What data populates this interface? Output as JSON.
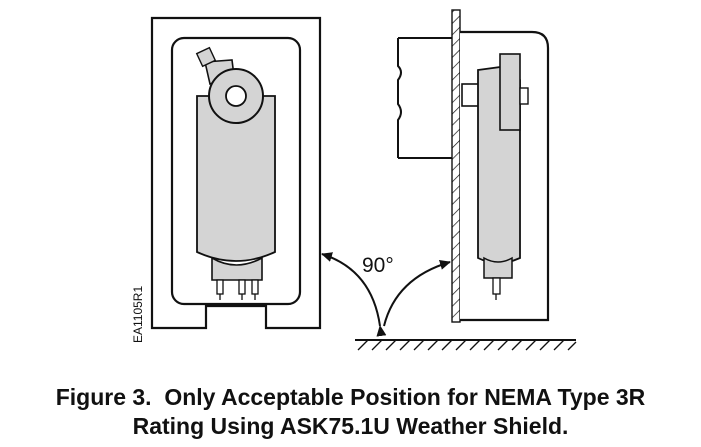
{
  "figure": {
    "angle_label": "90°",
    "code_label": "EA1105R1",
    "caption_line1": "Figure 3.  Only Acceptable Position for NEMA Type 3R",
    "caption_line2": "Rating Using ASK75.1U Weather Shield."
  },
  "colors": {
    "line": "#111111",
    "actuator_fill": "#d4d4d4",
    "background": "#ffffff"
  }
}
